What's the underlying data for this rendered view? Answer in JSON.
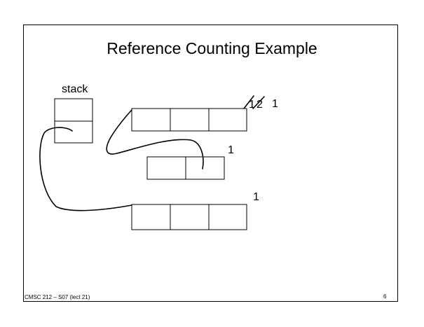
{
  "slide": {
    "title": "Reference Counting Example",
    "stack_label": "stack",
    "object_a": {
      "struck_counts": [
        "1",
        "2"
      ],
      "count": "1"
    },
    "object_b": {
      "count": "1"
    },
    "object_c": {
      "count": "1"
    },
    "footer_left": "CMSC 212 – S07 (lect 21)",
    "page_number": "6"
  }
}
